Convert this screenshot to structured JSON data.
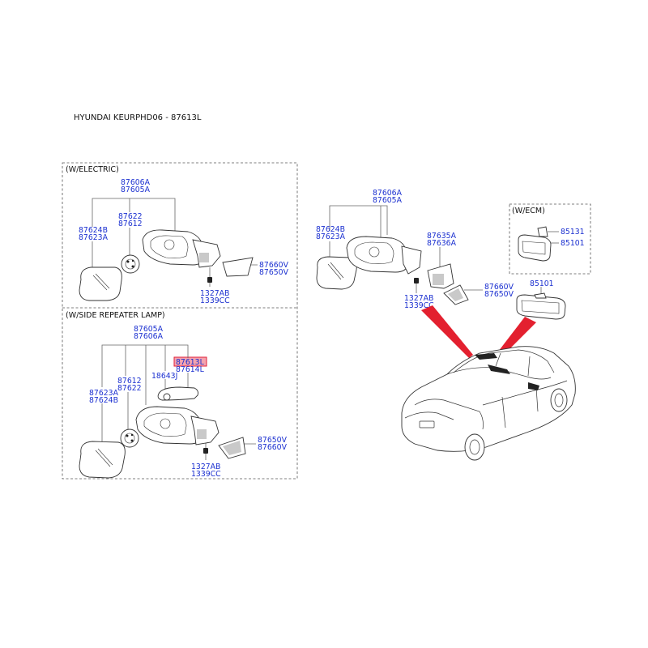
{
  "header": {
    "title": "HYUNDAI KEURPHD06 - 87613L"
  },
  "panels": {
    "electric": {
      "label": "(W/ELECTRIC)",
      "parts": {
        "housing_a": "87606A",
        "housing_b": "87605A",
        "glass_a": "87624B",
        "glass_b": "87623A",
        "actuator_a": "87622",
        "actuator_b": "87612",
        "cover_a": "87660V",
        "cover_b": "87650V",
        "screw_a": "1327AB",
        "screw_b": "1339CC"
      }
    },
    "repeater": {
      "label": "(W/SIDE REPEATER LAMP)",
      "parts": {
        "housing_a": "87605A",
        "housing_b": "87606A",
        "lamp_a": "87613L",
        "lamp_b": "87614L",
        "bulb": "18643J",
        "actuator_a": "87612",
        "actuator_b": "87622",
        "glass_a": "87623A",
        "glass_b": "87624B",
        "cover_a": "87650V",
        "cover_b": "87660V",
        "screw_a": "1327AB",
        "screw_b": "1339CC"
      }
    },
    "right_mirror": {
      "parts": {
        "housing_a": "87606A",
        "housing_b": "87605A",
        "glass_a": "87624B",
        "glass_b": "87623A",
        "bracket_a": "87635A",
        "bracket_b": "87636A",
        "cover_a": "87660V",
        "cover_b": "87650V",
        "screw_a": "1327AB",
        "screw_b": "1339CC"
      }
    },
    "ecm": {
      "label": "(W/ECM)",
      "parts": {
        "cover": "85131",
        "mirror": "85101"
      }
    },
    "inside_mirror": {
      "part": "85101"
    }
  },
  "highlight": {
    "part": "87613L",
    "fill": "#f4a3ae",
    "stroke": "#e0203a"
  },
  "colors": {
    "part_number": "#1a2fd0",
    "arrow": "#e3202f"
  }
}
